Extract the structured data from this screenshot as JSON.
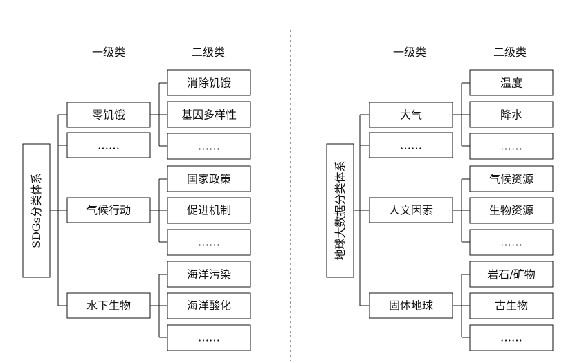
{
  "panels": [
    {
      "root": "SDGs分类体系",
      "header_level1": "一级类",
      "header_level2": "二级类",
      "groups": [
        {
          "label": "零饥饿",
          "children": [
            "消除饥饿",
            "基因多样性",
            "……"
          ]
        },
        {
          "label": "……",
          "children": []
        },
        {
          "label": "气候行动",
          "children": [
            "国家政策",
            "促进机制",
            "……"
          ]
        },
        {
          "label": "水下生物",
          "children": [
            "海洋污染",
            "海洋酸化",
            "……"
          ]
        }
      ]
    },
    {
      "root": "地球大数据分类体系",
      "header_level1": "一级类",
      "header_level2": "二级类",
      "groups": [
        {
          "label": "大气",
          "children": [
            "温度",
            "降水",
            "……"
          ]
        },
        {
          "label": "……",
          "children": []
        },
        {
          "label": "人文因素",
          "children": [
            "气候资源",
            "生物资源",
            "……"
          ]
        },
        {
          "label": "固体地球",
          "children": [
            "岩石/矿物",
            "古生物",
            "……"
          ]
        }
      ]
    }
  ]
}
